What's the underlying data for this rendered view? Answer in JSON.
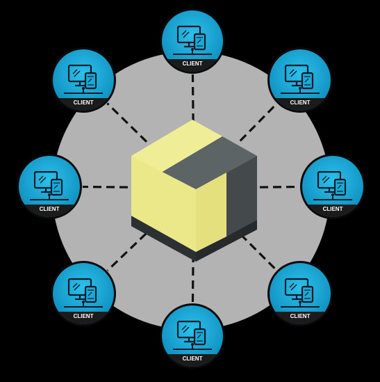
{
  "colors": {
    "background": "#000000",
    "hub_circle": "#b3b3b3",
    "client_fill": "#1aa8d6",
    "client_fill_dark": "#0e7fa8",
    "client_ring": "#1a1a1a",
    "client_band": "#1b1b1b",
    "icon_stroke": "#0b1b28",
    "connector": "#111111",
    "cube_yellow_front": "#ede98c",
    "cube_yellow_top": "#f1ee9a",
    "cube_dark_side": "#4a5052",
    "cube_dark_top": "#5d6466",
    "cube_base": "#2e3335"
  },
  "hub": {
    "icon": "server-cube-icon"
  },
  "clients": [
    {
      "label": "CLIENT",
      "icon": "devices-icon"
    },
    {
      "label": "CLIENT",
      "icon": "devices-icon"
    },
    {
      "label": "CLIENT",
      "icon": "devices-icon"
    },
    {
      "label": "CLIENT",
      "icon": "devices-icon"
    },
    {
      "label": "CLIENT",
      "icon": "devices-icon"
    },
    {
      "label": "CLIENT",
      "icon": "devices-icon"
    },
    {
      "label": "CLIENT",
      "icon": "devices-icon"
    },
    {
      "label": "CLIENT",
      "icon": "devices-icon"
    }
  ]
}
